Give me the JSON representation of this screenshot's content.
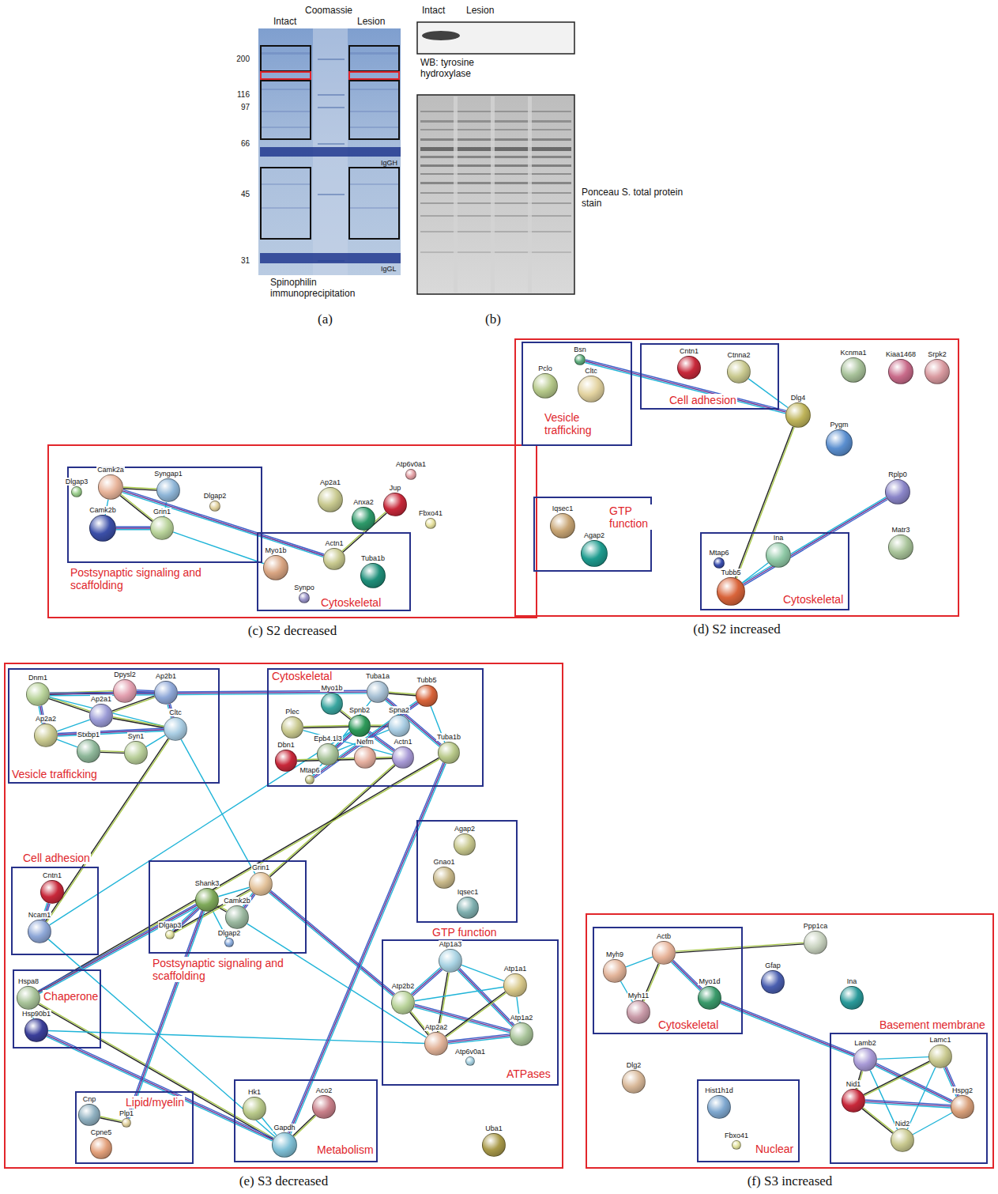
{
  "diagram": {
    "nodes": [
      {
        "text": [
          "(c) S2 decreased"
        ]
      },
      {
        "text": [
          "Postsynaptic signaling and scaffolding"
        ],
        "in": 0
      },
      {
        "text": [
          "Dlgap3"
        ],
        "in": 1
      },
      {
        "text": [
          "Camk2a"
        ],
        "in": 1
      },
      {
        "text": [
          "Syngap1"
        ],
        "in": 1
      },
      {
        "text": [
          "Dlgap2"
        ],
        "in": 1
      },
      {
        "text": [
          "Camk2b"
        ],
        "in": 1
      },
      {
        "text": [
          "Grin1"
        ],
        "in": 1
      },
      {
        "text": [
          "Ap2a1"
        ],
        "in": 0
      },
      {
        "text": [
          "Atp6v0a1"
        ],
        "in": 0
      },
      {
        "text": [
          "Fbxo41"
        ],
        "in": 0
      },
      {
        "text": [
          "Anxa2"
        ],
        "in": 0
      },
      {
        "text": [
          "Jup"
        ],
        "in": 0
      },
      {
        "text": [
          "Cytoskeletal"
        ],
        "in": 0
      },
      {
        "text": [
          "Myo1b"
        ],
        "in": 13
      },
      {
        "text": [
          "Actn1"
        ],
        "in": 13
      },
      {
        "text": [
          "Tuba1b"
        ],
        "in": 13
      },
      {
        "text": [
          "Synpo"
        ],
        "in": 13
      },
      {
        "text": [
          "(d) S2 increased"
        ]
      },
      {
        "text": [
          "Vesicle trafficking"
        ],
        "in": 18
      },
      {
        "text": [
          "Bsn"
        ],
        "in": 19
      },
      {
        "text": [
          "Pclo"
        ],
        "in": 19
      },
      {
        "text": [
          "Cltc"
        ],
        "in": 19
      },
      {
        "text": [
          "Cell adhesion"
        ],
        "in": 18
      },
      {
        "text": [
          "Cntn1"
        ],
        "in": 23
      },
      {
        "text": [
          "Ctnna2"
        ],
        "in": 23
      },
      {
        "text": [
          "Kcnma1"
        ],
        "in": 18
      },
      {
        "text": [
          "Kiaa1468"
        ],
        "in": 18
      },
      {
        "text": [
          "Srpk2"
        ],
        "in": 18
      },
      {
        "text": [
          "Dlg4"
        ],
        "in": 18
      },
      {
        "text": [
          "Pygm"
        ],
        "in": 18
      },
      {
        "text": [
          "GTP function"
        ],
        "in": 18
      },
      {
        "text": [
          "Iqsec1"
        ],
        "in": 31
      },
      {
        "text": [
          "Agap2"
        ],
        "in": 31
      },
      {
        "text": [
          "Rplp0"
        ],
        "in": 18
      },
      {
        "text": [
          "Matr3"
        ],
        "in": 18
      },
      {
        "text": [
          "Cytoskeletal"
        ],
        "in": 18
      },
      {
        "text": [
          "Mtap6"
        ],
        "in": 36
      },
      {
        "text": [
          "Ina"
        ],
        "in": 36
      },
      {
        "text": [
          "Tubb5"
        ],
        "in": 36
      },
      {
        "text": [
          "(e) S3 decreased"
        ]
      },
      {
        "text": [
          "Vesicle trafficking"
        ],
        "in": 40
      },
      {
        "text": [
          "Dnm1"
        ],
        "in": 41
      },
      {
        "text": [
          "Dpysl2"
        ],
        "in": 41
      },
      {
        "text": [
          "Ap2b1"
        ],
        "in": 41
      },
      {
        "text": [
          "Ap2a1"
        ],
        "in": 41
      },
      {
        "text": [
          "Ap2a2"
        ],
        "in": 41
      },
      {
        "text": [
          "Cltc"
        ],
        "in": 41
      },
      {
        "text": [
          "Stxbp1"
        ],
        "in": 41
      },
      {
        "text": [
          "Syn1"
        ],
        "in": 41
      },
      {
        "text": [
          "Cytoskeletal"
        ],
        "in": 40
      },
      {
        "text": [
          "Myo1b"
        ],
        "in": 50
      },
      {
        "text": [
          "Tuba1a"
        ],
        "in": 50
      },
      {
        "text": [
          "Tubb5"
        ],
        "in": 50
      },
      {
        "text": [
          "Plec"
        ],
        "in": 50
      },
      {
        "text": [
          "Spnb2"
        ],
        "in": 50
      },
      {
        "text": [
          "Spna2"
        ],
        "in": 50
      },
      {
        "text": [
          "Dbn1"
        ],
        "in": 50
      },
      {
        "text": [
          "Epb4.1l3"
        ],
        "in": 50
      },
      {
        "text": [
          "Nefm"
        ],
        "in": 50
      },
      {
        "text": [
          "Actn1"
        ],
        "in": 50
      },
      {
        "text": [
          "Tuba1b"
        ],
        "in": 50
      },
      {
        "text": [
          "Mtap6"
        ],
        "in": 50
      },
      {
        "text": [
          "Cell adhesion"
        ],
        "in": 40
      },
      {
        "text": [
          "Cntn1"
        ],
        "in": 63
      },
      {
        "text": [
          "Ncam1"
        ],
        "in": 63
      },
      {
        "text": [
          "GTP function"
        ],
        "in": 40
      },
      {
        "text": [
          "Agap2"
        ],
        "in": 66
      },
      {
        "text": [
          "Gnao1"
        ],
        "in": 66
      },
      {
        "text": [
          "Iqsec1"
        ],
        "in": 66
      },
      {
        "text": [
          "Postsynaptic signaling and scaffolding"
        ],
        "in": 40
      },
      {
        "text": [
          "Grin1"
        ],
        "in": 70
      },
      {
        "text": [
          "Shank3"
        ],
        "in": 70
      },
      {
        "text": [
          "Camk2b"
        ],
        "in": 70
      },
      {
        "text": [
          "Dlgap3"
        ],
        "in": 70
      },
      {
        "text": [
          "Dlgap2"
        ],
        "in": 70
      },
      {
        "text": [
          "Chaperone"
        ],
        "in": 40
      },
      {
        "text": [
          "Hspa8"
        ],
        "in": 76
      },
      {
        "text": [
          "Hsp90b1"
        ],
        "in": 76
      },
      {
        "text": [
          "ATPases"
        ],
        "in": 40
      },
      {
        "text": [
          "Atp1a3"
        ],
        "in": 79
      },
      {
        "text": [
          "Atp2b2"
        ],
        "in": 79
      },
      {
        "text": [
          "Atp1a1"
        ],
        "in": 79
      },
      {
        "text": [
          "Atp2a2"
        ],
        "in": 79
      },
      {
        "text": [
          "Atp1a2"
        ],
        "in": 79
      },
      {
        "text": [
          "Atp6v0a1"
        ],
        "in": 79
      },
      {
        "text": [
          "Lipid/myelin"
        ],
        "in": 40
      },
      {
        "text": [
          "Cnp"
        ],
        "in": 86
      },
      {
        "text": [
          "Plp1"
        ],
        "in": 86
      },
      {
        "text": [
          "Cpne5"
        ],
        "in": 86
      },
      {
        "text": [
          "Metabolism"
        ],
        "in": 40
      },
      {
        "text": [
          "Hk1"
        ],
        "in": 90
      },
      {
        "text": [
          "Aco2"
        ],
        "in": 90
      },
      {
        "text": [
          "Gapdh"
        ],
        "in": 90
      },
      {
        "text": [
          "Uba1"
        ],
        "in": 40
      },
      {
        "text": [
          "(f) S3 increased"
        ]
      },
      {
        "text": [
          "Cytoskeletal"
        ],
        "in": 95
      },
      {
        "text": [
          "Actb"
        ],
        "in": 96
      },
      {
        "text": [
          "Myh9"
        ],
        "in": 96
      },
      {
        "text": [
          "Myh11"
        ],
        "in": 96
      },
      {
        "text": [
          "Myo1d"
        ],
        "in": 96
      },
      {
        "text": [
          "Ppp1ca"
        ],
        "in": 95
      },
      {
        "text": [
          "Gfap"
        ],
        "in": 95
      },
      {
        "text": [
          "Ina"
        ],
        "in": 95
      },
      {
        "text": [
          "Dlg2"
        ],
        "in": 95
      },
      {
        "text": [
          "Nuclear"
        ],
        "in": 95
      },
      {
        "text": [
          "Hist1h1d"
        ],
        "in": 105
      },
      {
        "text": [
          "Fbxo41"
        ],
        "in": 105
      },
      {
        "text": [
          "Basement membrane"
        ],
        "in": 95
      },
      {
        "text": [
          "Lamb2"
        ],
        "in": 108
      },
      {
        "text": [
          "Lamc1"
        ],
        "in": 108
      },
      {
        "text": [
          "Nid1"
        ],
        "in": 108
      },
      {
        "text": [
          "Nid2"
        ],
        "in": 108
      },
      {
        "text": [
          "Hspg2"
        ],
        "in": 108
      }
    ],
    "edges": [
      {
        "from": 3,
        "to": 6,
        "arrow": "none"
      },
      {
        "from": 3,
        "to": 7,
        "arrow": "none"
      },
      {
        "from": 6,
        "to": 7,
        "arrow": "none"
      },
      {
        "from": 4,
        "to": 7,
        "arrow": "none"
      },
      {
        "from": 3,
        "to": 4,
        "arrow": "none"
      },
      {
        "from": 3,
        "to": 15,
        "arrow": "none"
      },
      {
        "from": 7,
        "to": 14,
        "arrow": "none"
      },
      {
        "from": 15,
        "to": 12,
        "arrow": "none"
      },
      {
        "from": 20,
        "to": 29,
        "arrow": "none"
      },
      {
        "from": 25,
        "to": 29,
        "arrow": "none"
      },
      {
        "from": 29,
        "to": 39,
        "arrow": "none"
      },
      {
        "from": 34,
        "to": 39,
        "arrow": "none"
      },
      {
        "from": 38,
        "to": 39,
        "arrow": "none"
      },
      {
        "from": 42,
        "to": 45,
        "arrow": "none"
      },
      {
        "from": 42,
        "to": 46,
        "arrow": "none"
      },
      {
        "from": 42,
        "to": 47,
        "arrow": "none"
      },
      {
        "from": 44,
        "to": 45,
        "arrow": "none"
      },
      {
        "from": 44,
        "to": 47,
        "arrow": "none"
      },
      {
        "from": 45,
        "to": 46,
        "arrow": "none"
      },
      {
        "from": 45,
        "to": 47,
        "arrow": "none"
      },
      {
        "from": 46,
        "to": 47,
        "arrow": "none"
      },
      {
        "from": 46,
        "to": 48,
        "arrow": "none"
      },
      {
        "from": 48,
        "to": 49,
        "arrow": "none"
      },
      {
        "from": 43,
        "to": 44,
        "arrow": "none"
      },
      {
        "from": 49,
        "to": 47,
        "arrow": "none"
      },
      {
        "from": 42,
        "to": 43,
        "arrow": "none"
      },
      {
        "from": 42,
        "to": 52,
        "arrow": "none"
      },
      {
        "from": 47,
        "to": 71,
        "arrow": "none"
      },
      {
        "from": 47,
        "to": 65,
        "arrow": "none"
      },
      {
        "from": 64,
        "to": 65,
        "arrow": "none"
      },
      {
        "from": 65,
        "to": 55,
        "arrow": "none"
      },
      {
        "from": 52,
        "to": 53,
        "arrow": "none"
      },
      {
        "from": 52,
        "to": 61,
        "arrow": "none"
      },
      {
        "from": 53,
        "to": 61,
        "arrow": "none"
      },
      {
        "from": 55,
        "to": 56,
        "arrow": "none"
      },
      {
        "from": 55,
        "to": 58,
        "arrow": "none"
      },
      {
        "from": 56,
        "to": 58,
        "arrow": "none"
      },
      {
        "from": 54,
        "to": 55,
        "arrow": "none"
      },
      {
        "from": 55,
        "to": 60,
        "arrow": "none"
      },
      {
        "from": 54,
        "to": 60,
        "arrow": "none"
      },
      {
        "from": 51,
        "to": 55,
        "arrow": "none"
      },
      {
        "from": 53,
        "to": 62,
        "arrow": "none"
      },
      {
        "from": 52,
        "to": 62,
        "arrow": "none"
      },
      {
        "from": 57,
        "to": 60,
        "arrow": "none"
      },
      {
        "from": 71,
        "to": 73,
        "arrow": "none"
      },
      {
        "from": 71,
        "to": 72,
        "arrow": "none"
      },
      {
        "from": 72,
        "to": 73,
        "arrow": "none"
      },
      {
        "from": 72,
        "to": 74,
        "arrow": "none"
      },
      {
        "from": 72,
        "to": 75,
        "arrow": "none"
      },
      {
        "from": 71,
        "to": 60,
        "arrow": "none"
      },
      {
        "from": 71,
        "to": 81,
        "arrow": "none"
      },
      {
        "from": 73,
        "to": 83,
        "arrow": "none"
      },
      {
        "from": 71,
        "to": 74,
        "arrow": "none"
      },
      {
        "from": 80,
        "to": 81,
        "arrow": "none"
      },
      {
        "from": 80,
        "to": 82,
        "arrow": "none"
      },
      {
        "from": 80,
        "to": 83,
        "arrow": "none"
      },
      {
        "from": 80,
        "to": 84,
        "arrow": "none"
      },
      {
        "from": 81,
        "to": 82,
        "arrow": "none"
      },
      {
        "from": 81,
        "to": 83,
        "arrow": "none"
      },
      {
        "from": 81,
        "to": 84,
        "arrow": "none"
      },
      {
        "from": 82,
        "to": 84,
        "arrow": "none"
      },
      {
        "from": 82,
        "to": 83,
        "arrow": "none"
      },
      {
        "from": 83,
        "to": 84,
        "arrow": "none"
      },
      {
        "from": 77,
        "to": 78,
        "arrow": "none"
      },
      {
        "from": 77,
        "to": 93,
        "arrow": "none"
      },
      {
        "from": 78,
        "to": 93,
        "arrow": "none"
      },
      {
        "from": 78,
        "to": 83,
        "arrow": "none"
      },
      {
        "from": 61,
        "to": 77,
        "arrow": "none"
      },
      {
        "from": 77,
        "to": 72,
        "arrow": "none"
      },
      {
        "from": 91,
        "to": 93,
        "arrow": "none"
      },
      {
        "from": 92,
        "to": 93,
        "arrow": "none"
      },
      {
        "from": 93,
        "to": 61,
        "arrow": "none"
      },
      {
        "from": 93,
        "to": 65,
        "arrow": "none"
      },
      {
        "from": 87,
        "to": 88,
        "arrow": "none"
      },
      {
        "from": 88,
        "to": 72,
        "arrow": "none"
      },
      {
        "from": 97,
        "to": 98,
        "arrow": "none"
      },
      {
        "from": 97,
        "to": 99,
        "arrow": "none"
      },
      {
        "from": 97,
        "to": 100,
        "arrow": "none"
      },
      {
        "from": 98,
        "to": 99,
        "arrow": "none"
      },
      {
        "from": 97,
        "to": 101,
        "arrow": "none"
      },
      {
        "from": 100,
        "to": 109,
        "arrow": "none"
      },
      {
        "from": 109,
        "to": 110,
        "arrow": "none"
      },
      {
        "from": 109,
        "to": 111,
        "arrow": "none"
      },
      {
        "from": 109,
        "to": 113,
        "arrow": "none"
      },
      {
        "from": 109,
        "to": 112,
        "arrow": "none"
      },
      {
        "from": 110,
        "to": 111,
        "arrow": "none"
      },
      {
        "from": 110,
        "to": 113,
        "arrow": "none"
      },
      {
        "from": 110,
        "to": 112,
        "arrow": "none"
      },
      {
        "from": 111,
        "to": 112,
        "arrow": "none"
      },
      {
        "from": 111,
        "to": 113,
        "arrow": "none"
      },
      {
        "from": 112,
        "to": 113,
        "arrow": "none"
      }
    ],
    "labels": [
      "Coomassie",
      "Intact",
      "Lesion",
      "200",
      "116",
      "97",
      "66",
      "45",
      "31",
      "IgGH",
      "IgGL",
      "Spinophilin immunoprecipitation",
      "(a)",
      "Intact",
      "Lesion",
      "WB: tyrosine hydroxylase",
      "Ponceau S. total protein stain",
      "(b)"
    ]
  }
}
